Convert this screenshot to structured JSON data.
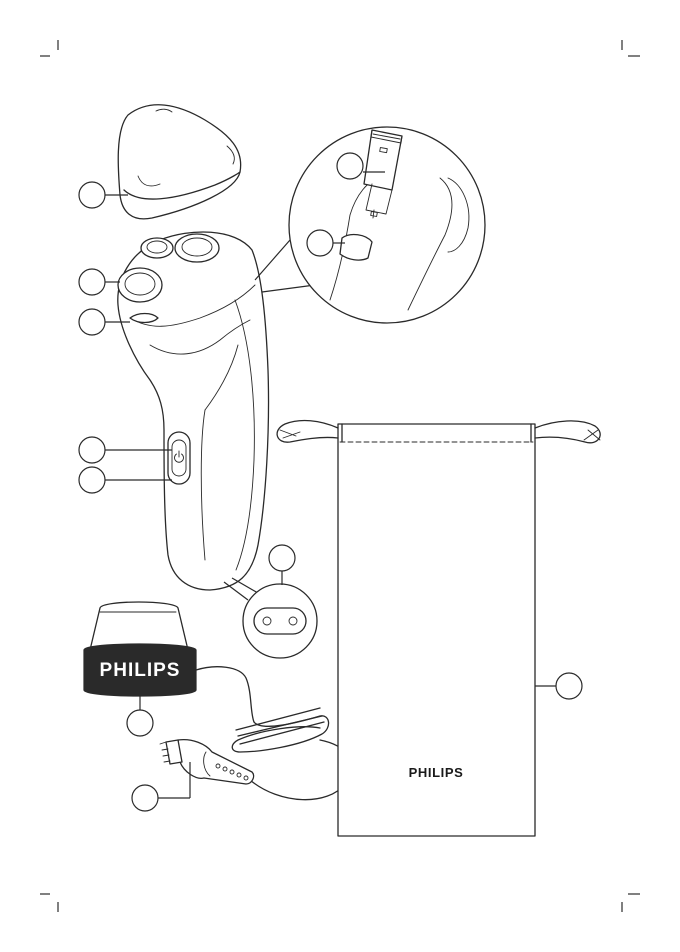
{
  "brand": {
    "adapter_logo": "PHILIPS",
    "pouch_logo": "PHILIPS"
  },
  "parts": [
    {
      "id": "protection-cap"
    },
    {
      "id": "shaving-heads"
    },
    {
      "id": "shaving-unit-release-button"
    },
    {
      "id": "on-off-button"
    },
    {
      "id": "charging-light"
    },
    {
      "id": "socket-for-small-plug"
    },
    {
      "id": "trimmer"
    },
    {
      "id": "trimmer-slide"
    },
    {
      "id": "adapter"
    },
    {
      "id": "small-plug"
    },
    {
      "id": "pouch"
    }
  ],
  "colors": {
    "line": "#2a2a2a",
    "background": "#ffffff",
    "adapter_plate": "#2a2a2a"
  }
}
